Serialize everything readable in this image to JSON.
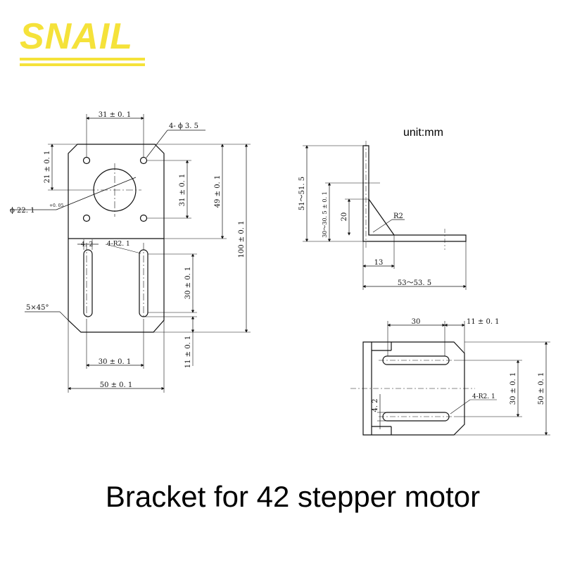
{
  "brand": {
    "name": "SNAIL",
    "color": "#f5e23a"
  },
  "unit_label": "unit:mm",
  "caption": "Bracket for 42 stepper motor",
  "front_view": {
    "dims": {
      "hole_spacing_top": "31 ± 0. 1",
      "holes": "4- ϕ 3. 5",
      "top_to_hole": "21 ± 0. 1",
      "hole_spacing_vert": "31 ± 0. 1",
      "center_height": "49 ± 0. 1",
      "total_height": "100 ± 0. 1",
      "bore": "ϕ 22. 1",
      "bore_tol": "+0. 05",
      "slot_width": "4. 2",
      "slot_radius": "4-R2. 1",
      "chamfer": "5×45°",
      "slot_length": "30 ± 0. 1",
      "bottom_offset": "11 ± 0. 1",
      "slot_spacing": "30 ± 0. 1",
      "total_width": "50 ± 0. 1"
    }
  },
  "side_view": {
    "dims": {
      "height": "51～51. 5",
      "rib_range": "30～30. 5 ± 0. 1",
      "rib_height": "20",
      "fillet": "R2",
      "rib_base": "13",
      "length": "53～53. 5"
    }
  },
  "bottom_view": {
    "dims": {
      "slot_length": "30",
      "edge_offset": "11 ± 0. 1",
      "slot_width": "4. 2",
      "slot_radius": "4-R2. 1",
      "slot_spacing": "30 ± 0. 1",
      "total_width": "50 ± 0. 1"
    }
  }
}
